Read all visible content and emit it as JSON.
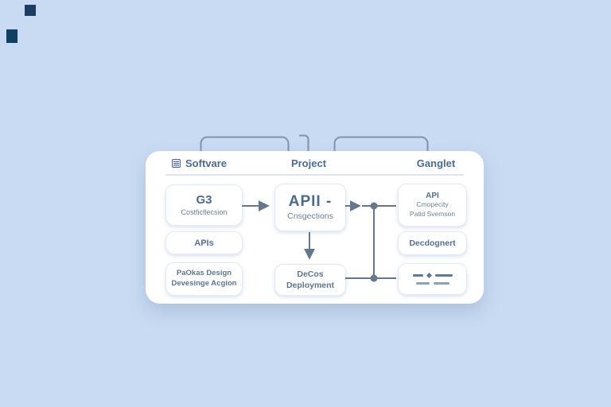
{
  "illustration": "software-project-flow-diagram",
  "colors": {
    "background": "#c9dbf3",
    "card": "#ffffff",
    "connector": "#64778c",
    "node_border": "#e4eaf3",
    "text_primary": "#4d6a8d",
    "text_secondary": "#6c8199",
    "decor_square_1": "#1d3c63",
    "decor_square_2": "#113f63",
    "tab_outline": "#8193a9"
  },
  "header": {
    "software_label": "Softvare",
    "software_icon": "list-icon",
    "project_label": "Project",
    "ganglet_label": "Ganglet"
  },
  "boxes": {
    "g3": {
      "title": "G3",
      "subtitle": "Costficflecsion"
    },
    "apis": {
      "label": "APIs"
    },
    "paokas": {
      "line1": "PaOkas Design",
      "line2": "Devesinge Acgion"
    },
    "apii": {
      "title": "APII -",
      "subtitle": "Cnsgections"
    },
    "decos": {
      "line1": "DeCos",
      "line2": "Deployment"
    },
    "api_capacity": {
      "line1": "API",
      "line2": "Cmopecity",
      "line3": "Patid Svemson"
    },
    "designer": {
      "label": "Decdognert"
    },
    "dashes": {
      "icon": "dashes-rows-icon"
    }
  },
  "connectors": {
    "arrow_g3_to_apii": "right-arrow",
    "arrow_apii_to_decos": "down-arrow",
    "arrow_apii_to_api": "right-arrow-with-junction",
    "junction_line": "vertical-with-dots",
    "line_decos_to_dashes": "horizontal"
  }
}
